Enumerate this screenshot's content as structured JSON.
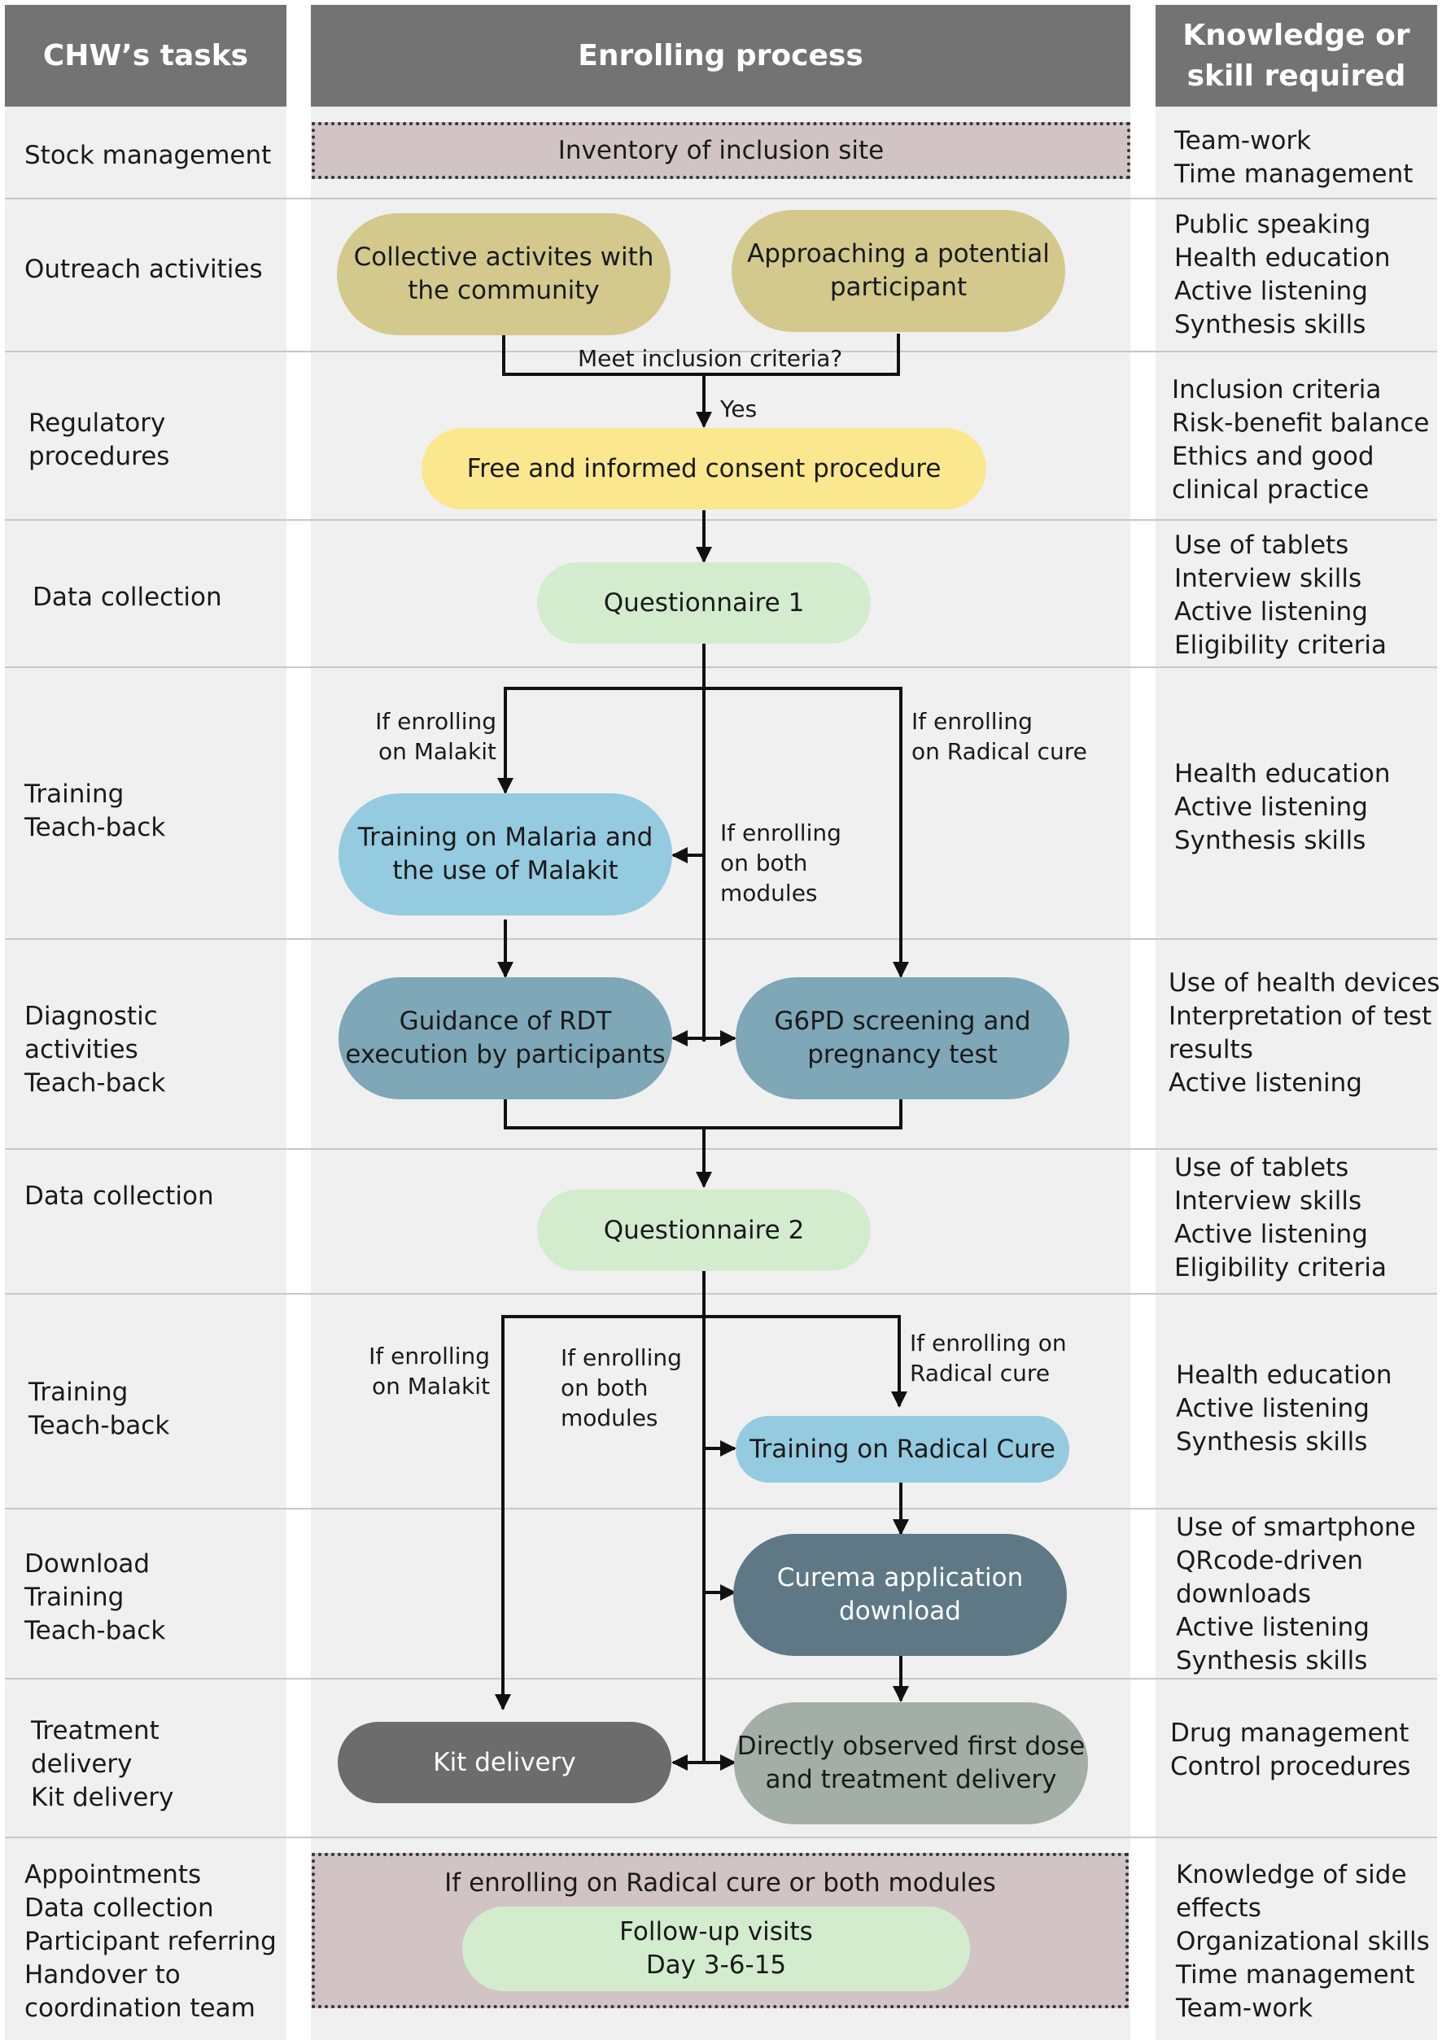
{
  "headers": {
    "tasks": "CHW’s tasks",
    "process": "Enrolling process",
    "knowledge": "Knowledge or\nskill required"
  },
  "rows": [
    {
      "task": "Stock management",
      "skills": "Team-work\nTime management"
    },
    {
      "task": "Outreach activities",
      "skills": "Public speaking\nHealth education\nActive listening\nSynthesis skills"
    },
    {
      "task": "Regulatory\nprocedures",
      "skills": "Inclusion criteria\nRisk-benefit balance\nEthics and good\nclinical practice"
    },
    {
      "task": "Data collection",
      "skills": "Use of tablets\nInterview skills\nActive listening\nEligibility criteria"
    },
    {
      "task": "Training\nTeach-back",
      "skills": "Health education\nActive listening\nSynthesis skills"
    },
    {
      "task": "Diagnostic\nactivities\nTeach-back",
      "skills": "Use of health devices\nInterpretation of test\nresults\nActive listening"
    },
    {
      "task": "Data collection",
      "skills": "Use of tablets\nInterview skills\nActive listening\nEligibility criteria"
    },
    {
      "task": "Training\nTeach-back",
      "skills": "Health education\nActive listening\nSynthesis skills"
    },
    {
      "task": "Download\nTraining\nTeach-back",
      "skills": "Use of smartphone\nQRcode-driven\ndownloads\nActive listening\nSynthesis skills"
    },
    {
      "task": "Treatment\ndelivery\nKit delivery",
      "skills": "Drug management\nControl procedures"
    },
    {
      "task": "Appointments\nData collection\nParticipant referring\nHandover to\ncoordination team",
      "skills": "Knowledge of side\neffects\nOrganizational skills\nTime management\nTeam-work"
    }
  ],
  "nodes": {
    "inventory": "Inventory of inclusion site",
    "collective": "Collective activites with\nthe community",
    "approaching": "Approaching a potential\nparticipant",
    "consent": "Free and informed consent procedure",
    "q1": "Questionnaire 1",
    "training_malaria": "Training on Malaria and\nthe use of Malakit",
    "guidance_rdt": "Guidance of RDT\nexecution by participants",
    "g6pd": "G6PD screening and\npregnancy test",
    "q2": "Questionnaire 2",
    "training_radical": "Training on Radical Cure",
    "curema": "Curema application\ndownload",
    "kit": "Kit  delivery",
    "directly_observed": "Directly observed first dose\nand treatment delivery",
    "followup_title": "If enrolling on Radical cure or both modules",
    "followup": "Follow-up visits\nDay 3-6-15"
  },
  "labels": {
    "meet_criteria": "Meet inclusion criteria?",
    "yes": "Yes",
    "malakit_1": "If enrolling\non Malakit",
    "radical_1": "If enrolling\non Radical cure",
    "both_1": "If enrolling\non both\nmodules",
    "malakit_2": "If enrolling\non Malakit",
    "both_2": "If enrolling\non both\nmodules",
    "radical_2": "If enrolling on\nRadical cure"
  },
  "colors": {
    "header": "#737373",
    "olive": "#d3c98d",
    "yellow": "#fbe78e",
    "light_green": "#d3ecce",
    "light_blue": "#94cbe0",
    "steel_blue": "#7ea7b8",
    "dark_teal": "#5e7985",
    "dark_gray": "#6c6c6c",
    "sage": "#a3aea7",
    "mauve": "#d2c4c4"
  }
}
